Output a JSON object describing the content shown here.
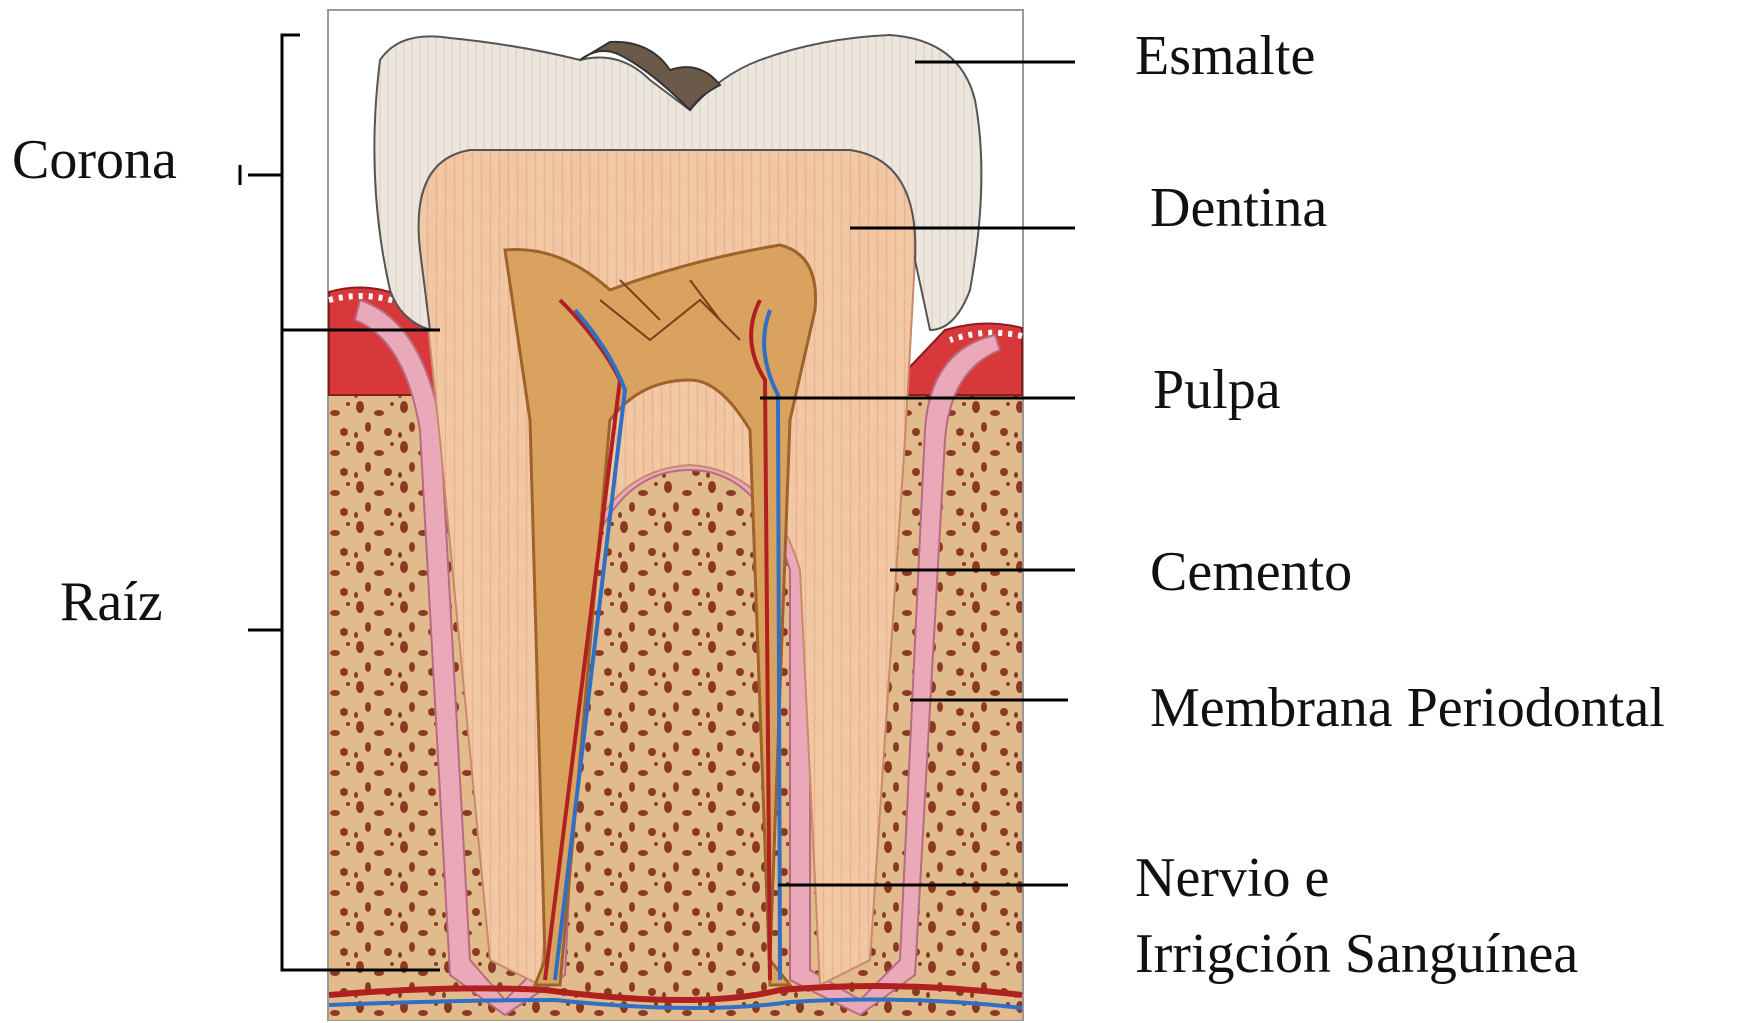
{
  "labels": {
    "left": {
      "corona": "Corona",
      "raiz": "Raíz"
    },
    "right": {
      "esmalte": "Esmalte",
      "dentina": "Dentina",
      "pulpa": "Pulpa",
      "cemento": "Cemento",
      "membrana": "Membrana Periodontal",
      "nervio_line1": "Nervio e",
      "nervio_line2": "Irrigción Sanguínea"
    }
  },
  "colors": {
    "enamel": "#ece6dd",
    "dentin": "#f2c7a4",
    "pulp": "#d9a25f",
    "bone": "#e2bb8c",
    "bone_spots": "#8a3a24",
    "gum": "#d9383a",
    "membrane": "#e9a9b8",
    "vessel_red": "#b0201e",
    "vessel_blue": "#2f6fc4",
    "line": "#000000"
  }
}
